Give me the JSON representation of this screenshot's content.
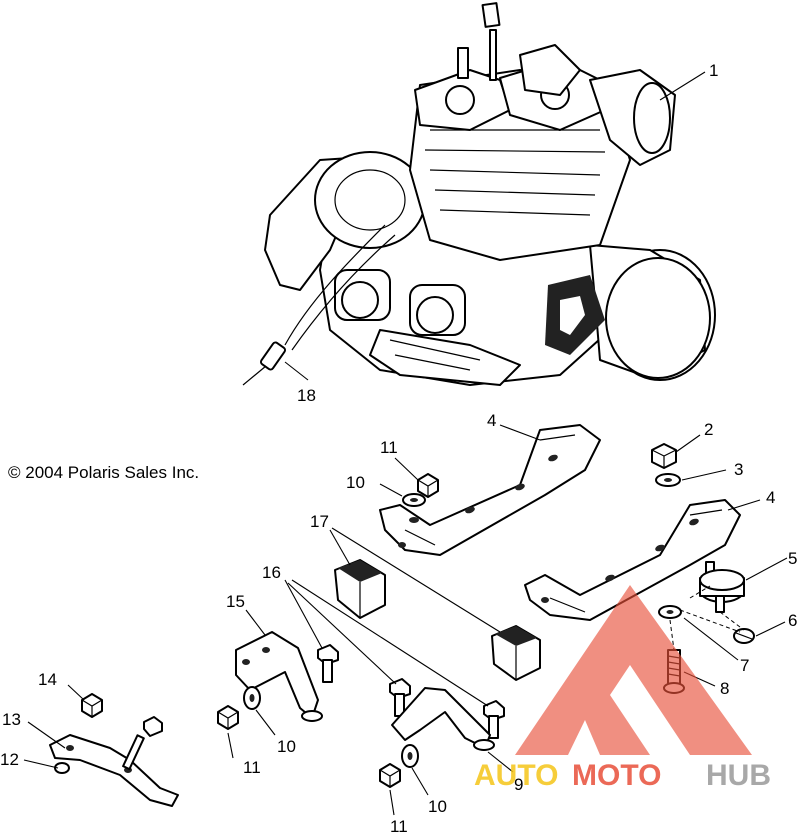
{
  "copyright": "© 2004 Polaris Sales Inc.",
  "callouts": {
    "c1": "1",
    "c2": "2",
    "c3": "3",
    "c4a": "4",
    "c4b": "4",
    "c5": "5",
    "c6": "6",
    "c7": "7",
    "c8": "8",
    "c9": "9",
    "c10a": "10",
    "c10b": "10",
    "c10c": "10",
    "c11a": "11",
    "c11b": "11",
    "c11c": "11",
    "c12": "12",
    "c13": "13",
    "c14": "14",
    "c15": "15",
    "c16": "16",
    "c17": "17",
    "c18": "18"
  },
  "watermark": {
    "part1": "AUTO",
    "part2": "MOTO",
    "part3": "HUB",
    "colors": {
      "auto": "#f5c518",
      "moto": "#e8503a",
      "hub": "#9a9a9a",
      "logo": "#e8503a"
    }
  }
}
